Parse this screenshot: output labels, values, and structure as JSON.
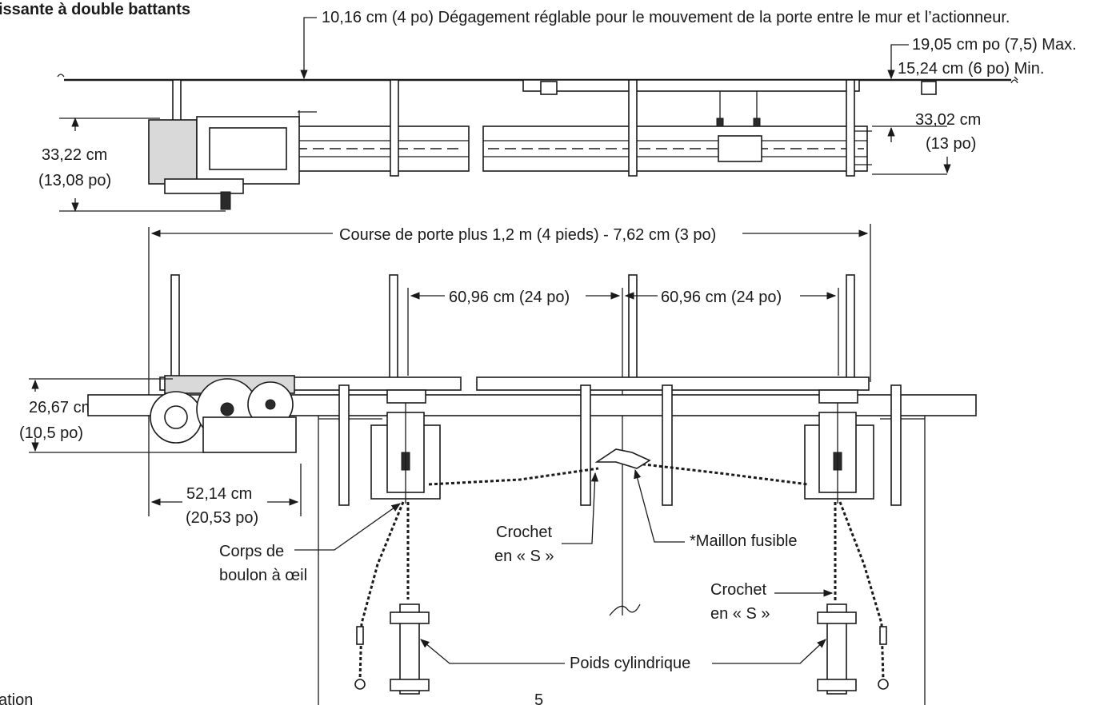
{
  "heading": "issante à double battants",
  "labels": {
    "clearance": "10,16 cm (4 po) Dégagement réglable pour le mouvement de la porte entre le mur et l’actionneur.",
    "max": "19,05 cm po (7,5) Max.",
    "min": "15,24 cm (6 po) Min.",
    "h1_cm": "33,22 cm",
    "h1_po": "(13,08 po)",
    "h2_cm": "33,02 cm",
    "h2_po": "(13 po)",
    "travel": "Course de porte plus  1,2 m (4 pieds) - 7,62 cm (3 po)",
    "spacing_left": "60,96 cm (24 po)",
    "spacing_right": "60,96 cm (24 po)",
    "h3_cm": "26,67 cm",
    "h3_po": "(10,5 po)",
    "w_cm": "52,14 cm",
    "w_po": "(20,53 po)",
    "eyebolt_1": "Corps de",
    "eyebolt_2": "boulon à œil",
    "shook_left_1": "Crochet",
    "shook_left_2": "en « S »",
    "fusible": "*Maillon fusible",
    "shook_right_1": "Crochet",
    "shook_right_2": "en « S »",
    "weight": "Poids cylindrique",
    "footer_left": "ation",
    "footer_page": "5"
  }
}
